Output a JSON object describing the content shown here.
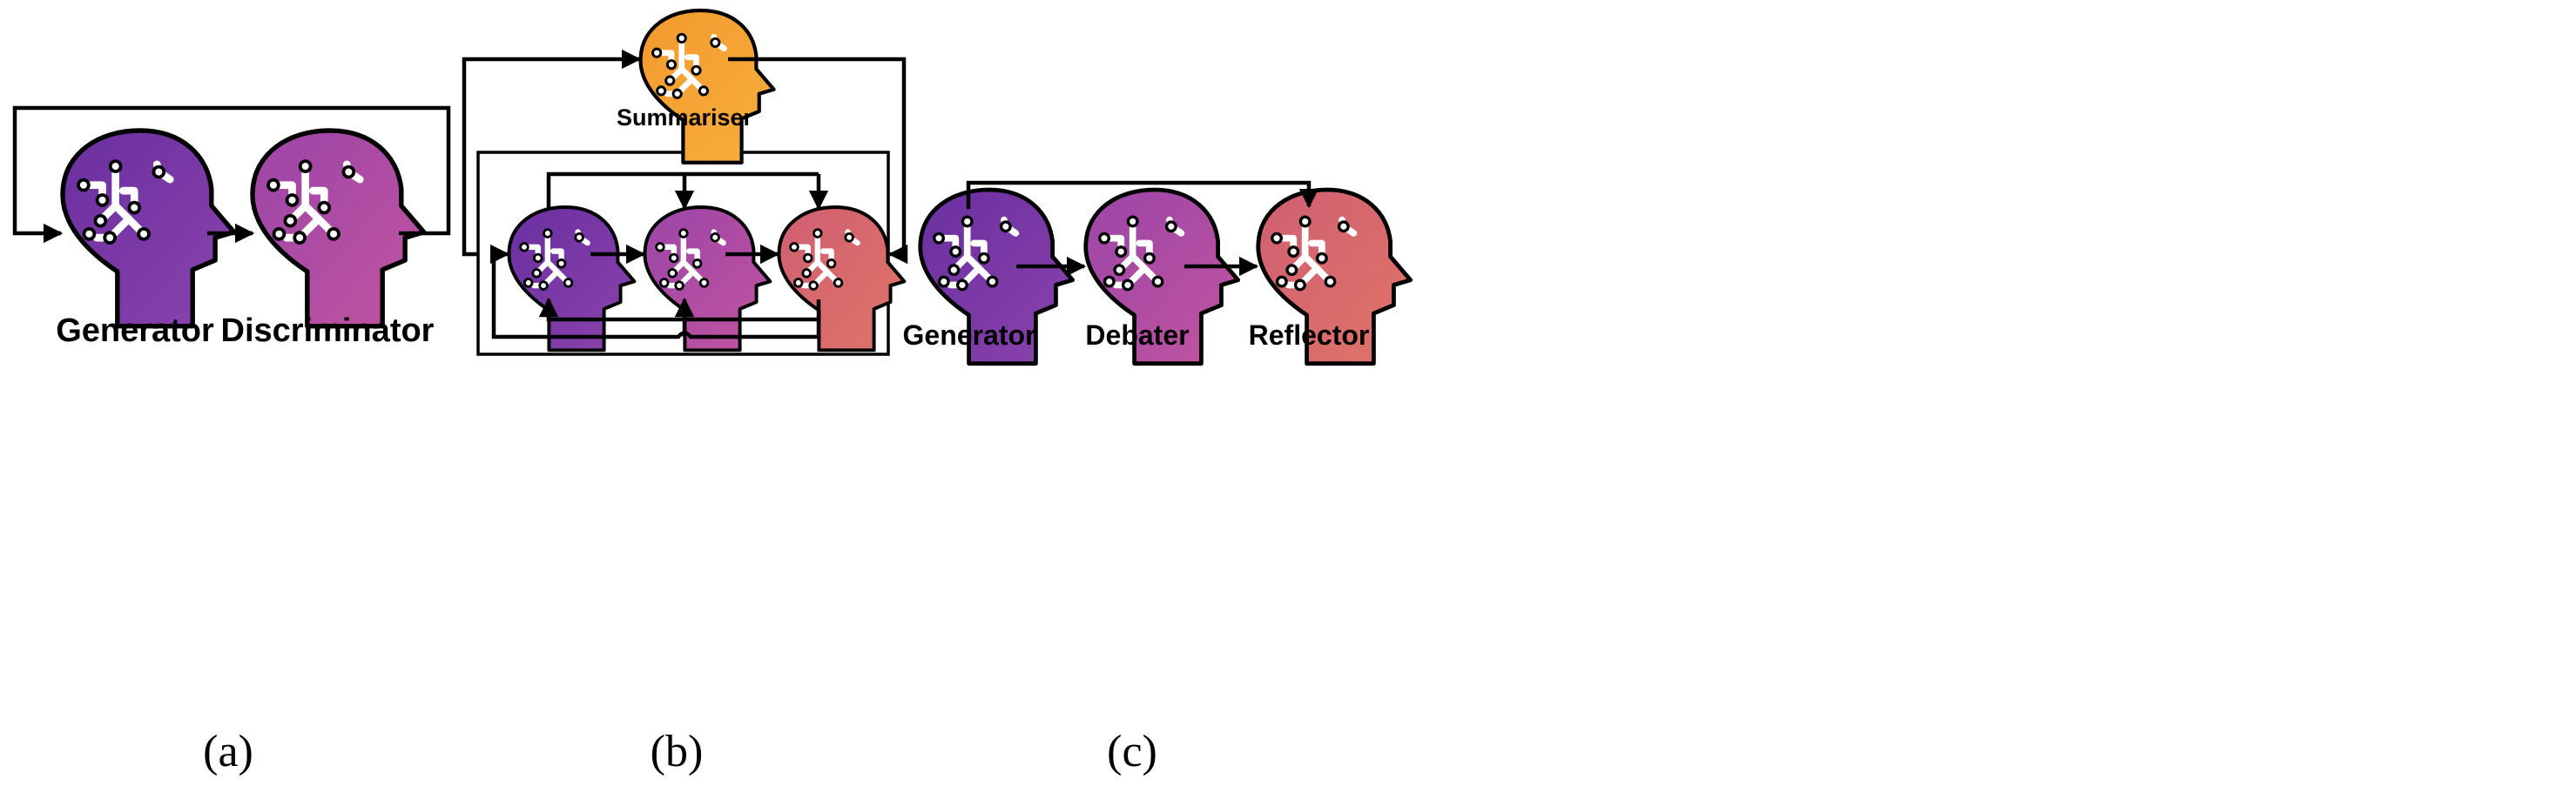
{
  "colors": {
    "purple": "#7B3BA5",
    "magenta": "#AE4DA5",
    "coral": "#DB6B6E",
    "orange": "#F5A234"
  },
  "panel_a": {
    "generator": "Generator",
    "discriminator": "Discriminator",
    "caption": "(a)"
  },
  "panel_b": {
    "summariser": "Summariser",
    "caption": "(b)"
  },
  "panel_c": {
    "generator": "Generator",
    "debater": "Debater",
    "reflector": "Reflector",
    "caption": "(c)"
  }
}
